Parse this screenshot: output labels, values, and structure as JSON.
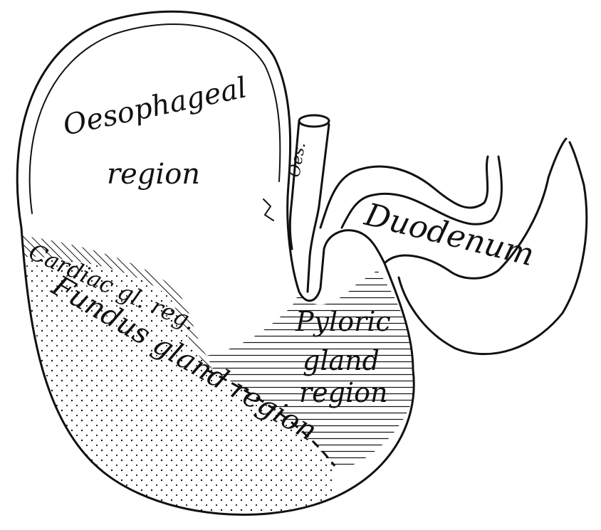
{
  "labels": {
    "oesophageal_line1": "Oesophageal",
    "oesophageal_line2": "region",
    "oes": "Oes.",
    "duodenum": "Duodenum",
    "cardiac": "Cardiac gl. reg.",
    "fundus": "Fundus gland region",
    "pyloric_line1": "Pyloric",
    "pyloric_line2": "gland",
    "pyloric_line3": "region"
  },
  "colors": {
    "ink": "#111111",
    "paper": "#ffffff"
  }
}
